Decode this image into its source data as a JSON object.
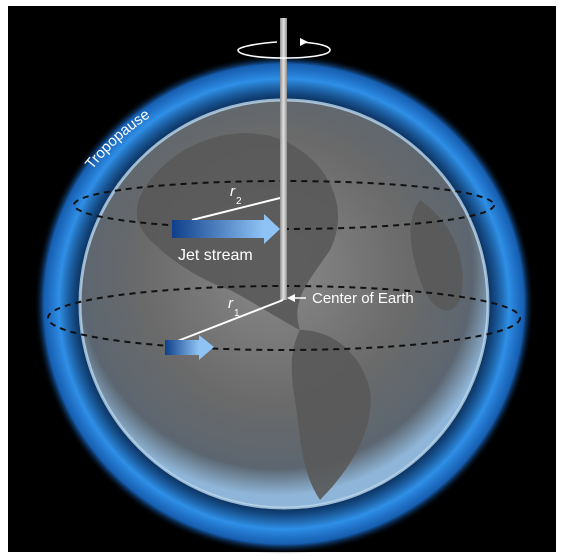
{
  "labels": {
    "tropopause": "Tropopause",
    "r2": "r",
    "r2_sub": "2",
    "r1": "r",
    "r1_sub": "1",
    "jet_stream": "Jet stream",
    "center_of_earth": "Center of Earth"
  },
  "colors": {
    "background": "#000000",
    "atmosphere_glow": "#2f8fe6",
    "earth": "#6b6b6b",
    "jet_arrow": "#2a6bc0",
    "axis": "#b8b8b8"
  },
  "icons": [
    "rotation-arrow-icon"
  ]
}
